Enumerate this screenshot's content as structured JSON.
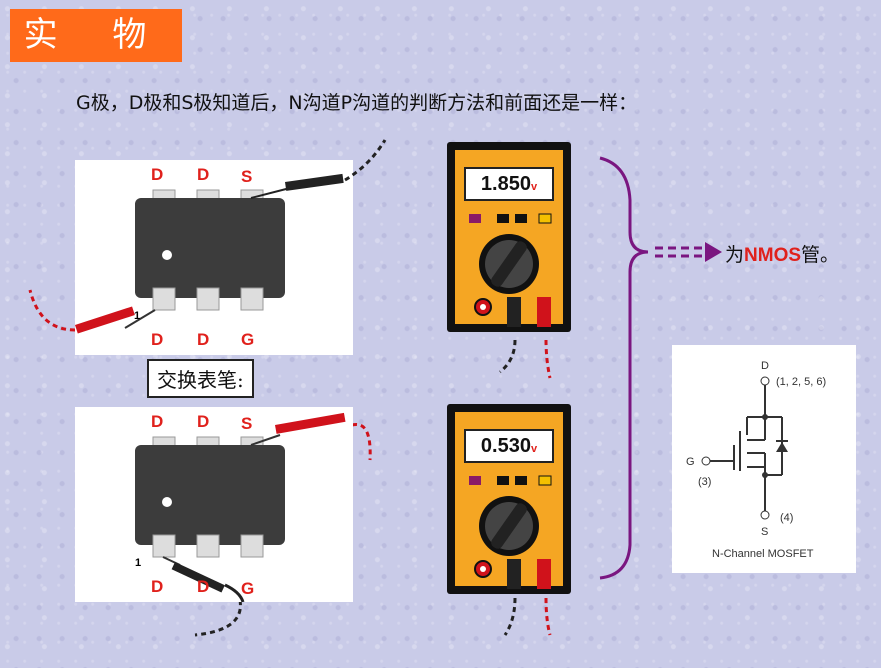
{
  "title": "实 物",
  "intro": "G极，D极和S极知道后，N沟道P沟道的判断方法和前面还是一样：",
  "swap_label": "交换表笔:",
  "chip_top": {
    "pins_top": [
      "D",
      "D",
      "S"
    ],
    "pins_bottom": [
      "D",
      "D",
      "G"
    ],
    "pin1_mark": "1"
  },
  "chip_bottom": {
    "pins_top": [
      "D",
      "D",
      "S"
    ],
    "pins_bottom": [
      "D",
      "D",
      "G"
    ],
    "pin1_mark": "1"
  },
  "meter_top": {
    "value": "1.850",
    "unit": "v"
  },
  "meter_bottom": {
    "value": "0.530",
    "unit": "v"
  },
  "result": {
    "prefix": "为",
    "highlight": "NMOS",
    "suffix": "管。"
  },
  "schematic": {
    "drain": "D",
    "drain_pins": "(1, 2, 5, 6)",
    "gate": "G",
    "gate_pin": "(3)",
    "source": "S",
    "source_pin": "(4)",
    "caption": "N-Channel MOSFET"
  },
  "colors": {
    "title_bg": "#ff6a1a",
    "accent_red": "#e0211c",
    "bracket": "#7a1680",
    "meter_body": "#f5a623"
  }
}
